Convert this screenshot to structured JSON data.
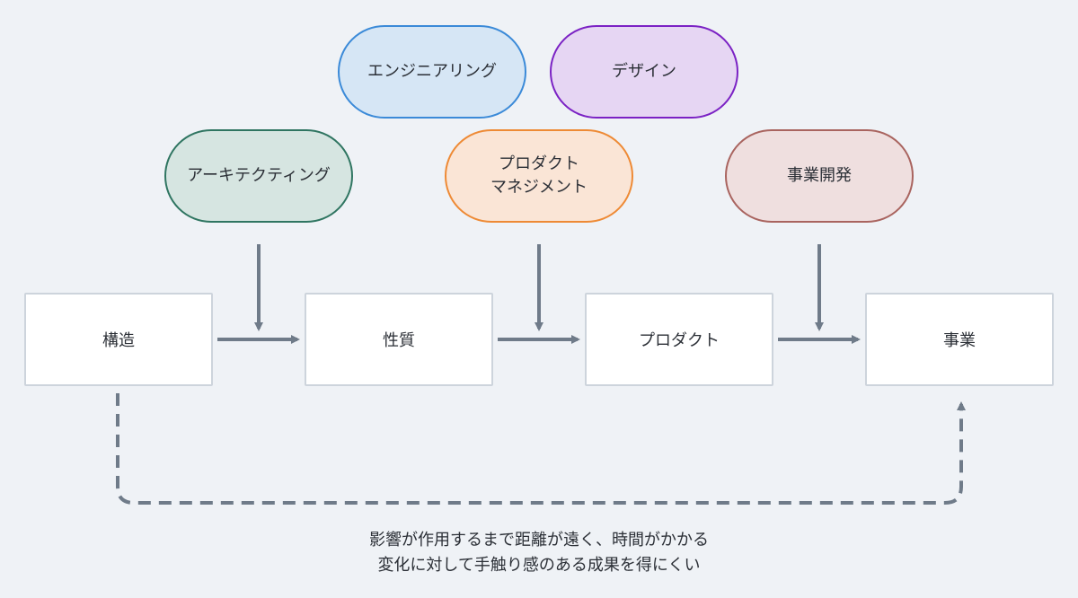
{
  "influences": {
    "engineering": "エンジニアリング",
    "design": "デザイン",
    "architecting": "アーキテクティング",
    "product_management": [
      "プロダクト",
      "マネジメント"
    ],
    "business_development": "事業開発"
  },
  "flow": {
    "structure": "構造",
    "property": "性質",
    "product": "プロダクト",
    "business": "事業"
  },
  "caption": {
    "line1": "影響が作用するまで距離が遠く、時間がかかる",
    "line2": "変化に対して手触り感のある成果を得にくい"
  },
  "colors": {
    "blue_fill": "#d6e6f5",
    "blue_border": "#3b8ad8",
    "purple_fill": "#e6d6f3",
    "purple_border": "#7b22c4",
    "green_fill": "#d6e5e1",
    "green_border": "#2f7561",
    "orange_fill": "#fae5d6",
    "orange_border": "#ee8a35",
    "rose_fill": "#efdfdf",
    "rose_border": "#a9645f",
    "arrow": "#6f7b89"
  }
}
